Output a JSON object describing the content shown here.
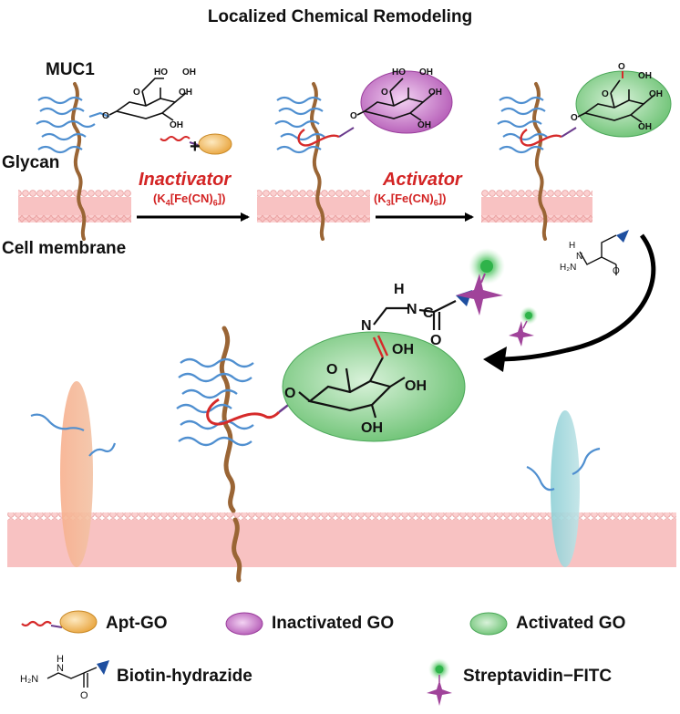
{
  "title": "Localized Chemical Remodeling",
  "labels": {
    "muc1": "MUC1",
    "glycan": "Glycan",
    "cell_membrane": "Cell membrane",
    "plus": "+"
  },
  "steps": [
    {
      "name": "Inactivator",
      "reagent": "(K4[Fe(CN)6])"
    },
    {
      "name": "Activator",
      "reagent": "(K3[Fe(CN)6])"
    }
  ],
  "legend": {
    "apt_go": "Apt-GO",
    "inactivated_go": "Inactivated GO",
    "activated_go": "Activated GO",
    "biotin_hydrazide": "Biotin-hydrazide",
    "streptavidin_fitc": "Streptavidin−FITC"
  },
  "colors": {
    "muc1": "#9a6535",
    "glycan": "#4f8fd0",
    "aptamer": "#d62a2a",
    "linker": "#6a3a8c",
    "apt_go": "#f0b856",
    "inactivated_go": "#c46bc6",
    "activated_go": "#7dca83",
    "membrane": "#f6b8b8",
    "biotin": "#1e4fa0",
    "streptavidin": "#a0439a",
    "fitc": "#2fb34a",
    "protein_left": "#f5a57f",
    "protein_right": "#7fc7cf"
  }
}
